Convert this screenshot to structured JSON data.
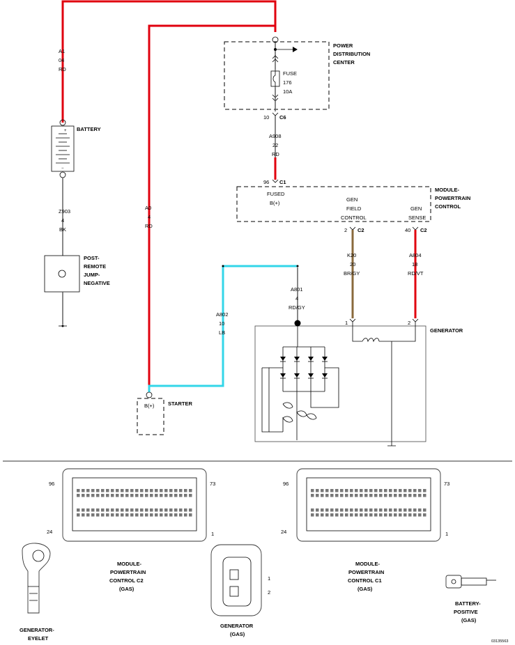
{
  "wires": {
    "a1": {
      "circuit": "A1",
      "gauge": "04",
      "color": "RD"
    },
    "z903": {
      "circuit": "Z903",
      "gauge": "4",
      "color": "BK"
    },
    "a0": {
      "circuit": "A0",
      "gauge": "4",
      "color": "RD"
    },
    "a802": {
      "circuit": "A802",
      "gauge": "10",
      "color": "LB"
    },
    "a801": {
      "circuit": "A801",
      "gauge": "4",
      "color": "RD/GY"
    },
    "a908": {
      "circuit": "A908",
      "gauge": "22",
      "color": "RD"
    },
    "k20": {
      "circuit": "K20",
      "gauge": "20",
      "color": "BR/GY"
    },
    "a804": {
      "circuit": "A804",
      "gauge": "18",
      "color": "RD/VT"
    }
  },
  "components": {
    "battery": "BATTERY",
    "post_remote": [
      "POST-",
      "REMOTE",
      "JUMP-",
      "NEGATIVE"
    ],
    "pdc": [
      "POWER",
      "DISTRIBUTION",
      "CENTER"
    ],
    "fuse": {
      "label": "FUSE",
      "number": "176",
      "rating": "10A"
    },
    "pcm": [
      "MODULE-",
      "POWERTRAIN",
      "CONTROL"
    ],
    "pcm_fused": [
      "FUSED",
      "B(+)"
    ],
    "pcm_gen_field": [
      "GEN",
      "FIELD",
      "CONTROL"
    ],
    "pcm_gen_sense": [
      "GEN",
      "SENSE"
    ],
    "generator": "GENERATOR",
    "starter": "STARTER",
    "starter_pin": "B(+)"
  },
  "pins": {
    "pdc_out_pin": "10",
    "pdc_out_conn": "C6",
    "pcm_fused_pin": "96",
    "pcm_fused_conn": "C1",
    "pcm_field_pin": "2",
    "pcm_field_conn": "C2",
    "pcm_sense_pin": "40",
    "pcm_sense_conn": "C2",
    "gen_pin1": "1",
    "gen_pin2": "2"
  },
  "connector_views": {
    "pcm_c2": {
      "name": [
        "MODULE-",
        "POWERTRAIN",
        "CONTROL C2",
        "(GAS)"
      ],
      "tl": "96",
      "tr": "73",
      "bl": "24",
      "br": "1"
    },
    "pcm_c1": {
      "name": [
        "MODULE-",
        "POWERTRAIN",
        "CONTROL C1",
        "(GAS)"
      ],
      "tl": "96",
      "tr": "73",
      "bl": "24",
      "br": "1"
    },
    "gen_eyelet": [
      "GENERATOR-",
      "EYELET"
    ],
    "generator": {
      "name": [
        "GENERATOR",
        "(GAS)"
      ],
      "pin1": "1",
      "pin2": "2"
    },
    "battery_positive": [
      "BATTERY-",
      "POSITIVE",
      "(GAS)"
    ]
  },
  "figure_id": "03135563",
  "colors": {
    "red": "#e0000e",
    "light_blue": "#33d6e8",
    "brown_gray": "#8a6a3c"
  }
}
